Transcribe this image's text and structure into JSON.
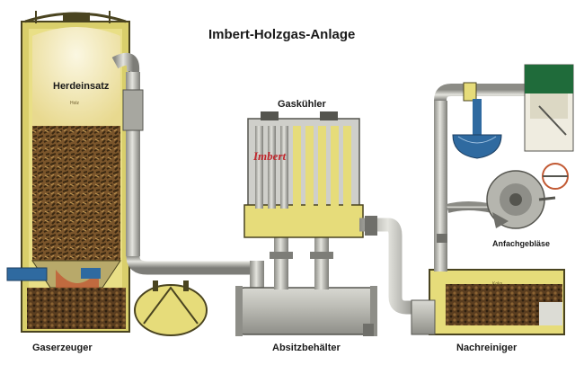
{
  "diagram": {
    "title": "Imbert-Holzgas-Anlage",
    "labels": {
      "hearth_insert": "Herdeinsatz",
      "wood": "Holz",
      "gas_cooler": "Gaskühler",
      "cooler_brand": "Imbert",
      "fan": "Anfachgebläse",
      "gas_generator": "Gaserzeuger",
      "settling_tank": "Absitzbehälter",
      "post_cleaner": "Nachreiniger",
      "coke": "Koks"
    },
    "colors": {
      "vessel_yellow": "#e6dc7a",
      "flame": "#f4efc8",
      "pipe_grey": "#b9b9b4",
      "pipe_dark": "#6f6f6a",
      "wood_brown": "#6a4a26",
      "ember_red": "#c25a34",
      "blue_part": "#2f6aa0",
      "green_part": "#1f6b3a",
      "brand_red": "#c0272d"
    }
  }
}
